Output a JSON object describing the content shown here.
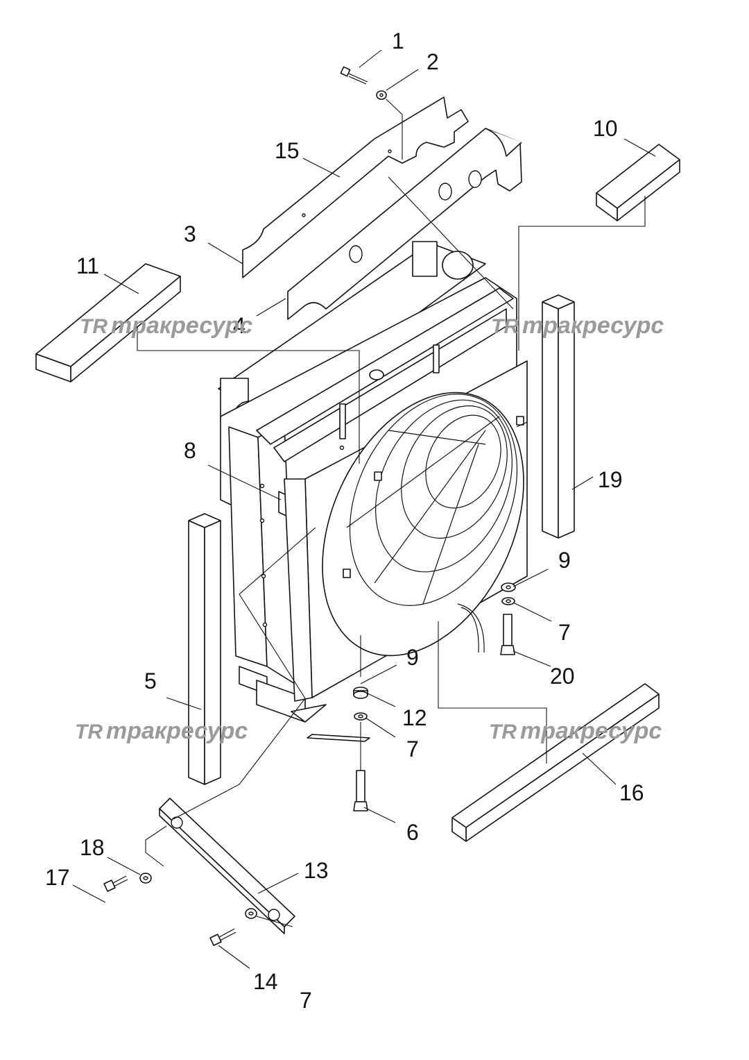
{
  "callouts": [
    "1",
    "2",
    "3",
    "4",
    "5",
    "6",
    "7",
    "8",
    "9",
    "10",
    "11",
    "12",
    "13",
    "14",
    "15",
    "16",
    "17",
    "18",
    "19",
    "20"
  ],
  "watermark": {
    "logo": "TR",
    "text": "тракресурс",
    "color": "#9a9a9a"
  },
  "colors": {
    "line": "#111111",
    "background": "#ffffff"
  }
}
